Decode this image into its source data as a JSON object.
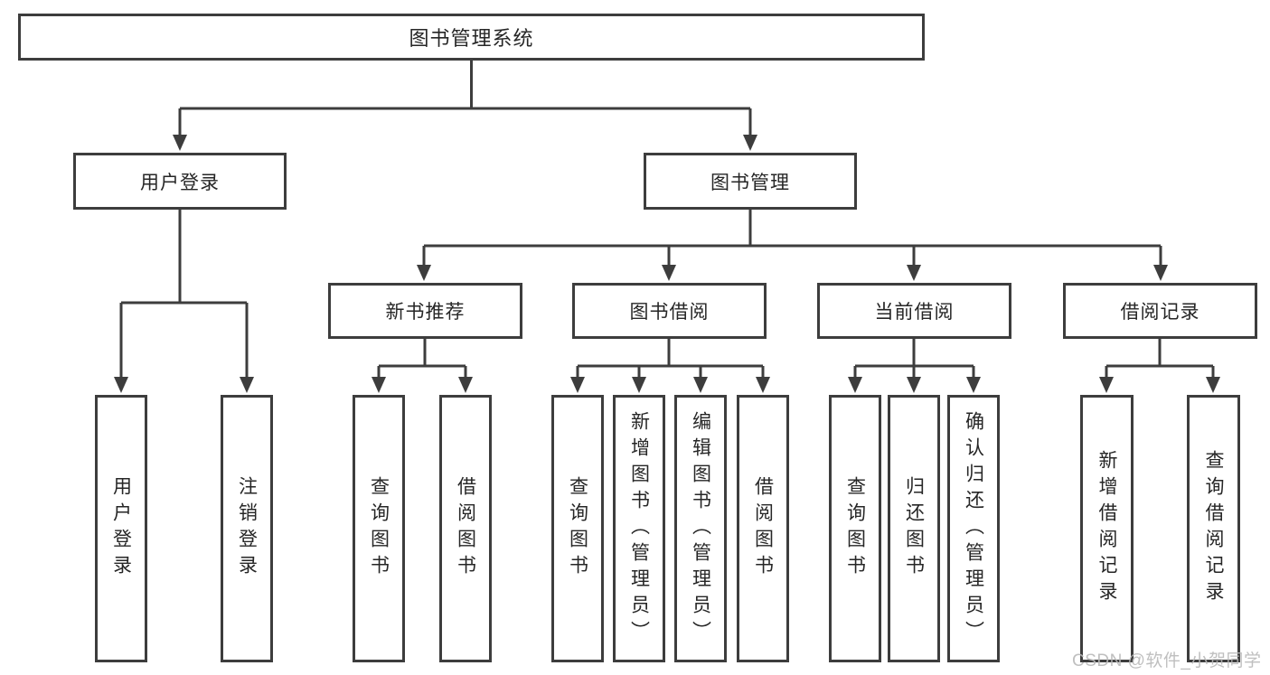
{
  "diagram": {
    "title": "图书管理系统",
    "branches": [
      {
        "label": "用户登录",
        "children": [
          "用户登录",
          "注销登录"
        ]
      },
      {
        "label": "图书管理",
        "groups": [
          {
            "label": "新书推荐",
            "children": [
              "查询图书",
              "借阅图书"
            ]
          },
          {
            "label": "图书借阅",
            "children": [
              "查询图书",
              "新增图书（管理员）",
              "编辑图书（管理员）",
              "借阅图书"
            ]
          },
          {
            "label": "当前借阅",
            "children": [
              "查询图书",
              "归还图书",
              "确认归还（管理员）"
            ]
          },
          {
            "label": "借阅记录",
            "children": [
              "新增借阅记录",
              "查询借阅记录"
            ]
          }
        ]
      }
    ]
  },
  "watermark": {
    "text": "CSDN @软件_小贺同学"
  },
  "colors": {
    "line": "#3d3d3d",
    "text": "#262626",
    "watermark": "#b9b9b9",
    "box_fill": "#ffffff",
    "background": "#ffffff"
  }
}
